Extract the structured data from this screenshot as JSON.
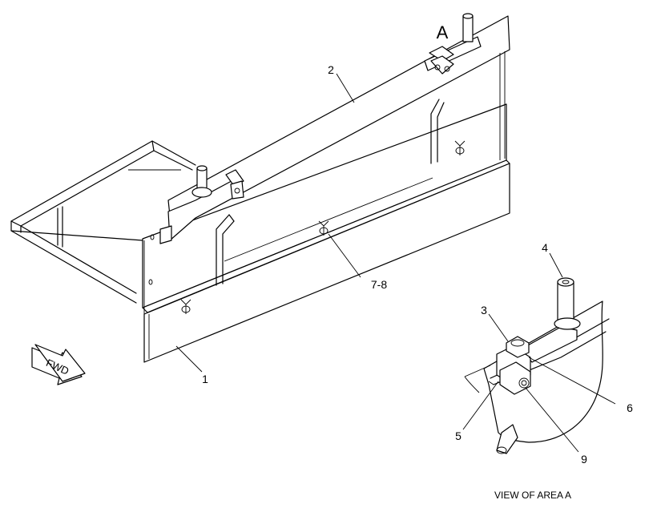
{
  "labels": {
    "area_a": "A",
    "callout_1": "1",
    "callout_2": "2",
    "callout_3": "3",
    "callout_4": "4",
    "callout_5": "5",
    "callout_6": "6",
    "callout_7_8": "7-8",
    "callout_9": "9",
    "fwd_arrow_text": "FWD",
    "detail_caption": "VIEW OF AREA A"
  },
  "colors": {
    "line": "#000000",
    "background": "#ffffff",
    "shade": "#cfcfcf"
  }
}
